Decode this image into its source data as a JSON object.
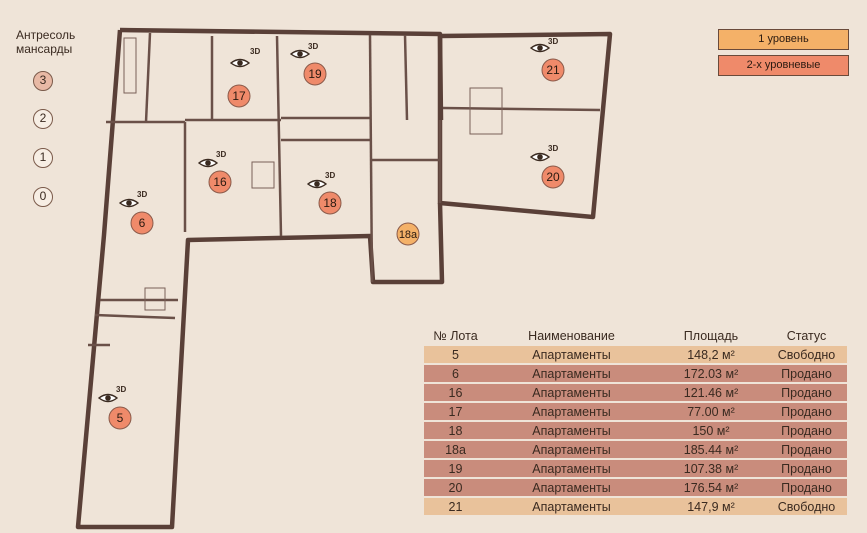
{
  "floors": {
    "title_line1": "Антресоль",
    "title_line2": "мансарды",
    "levels": [
      "3",
      "2",
      "1",
      "0"
    ],
    "active_level": "3"
  },
  "legend": {
    "one_level": {
      "label": "1 уровень",
      "color": "#f4b168"
    },
    "two_level": {
      "label": "2-х уровневые",
      "color": "#ef8a6a"
    }
  },
  "plan": {
    "marker_3d_label": "3D",
    "lots": [
      "17",
      "19",
      "21",
      "16",
      "20",
      "6",
      "18",
      "18a",
      "5"
    ]
  },
  "table": {
    "headers": [
      "№ Лота",
      "Наименование",
      "Площадь",
      "Статус"
    ],
    "rows": [
      {
        "lot": "5",
        "name": "Апартаменты",
        "area": "148,2 м²",
        "status": "Свободно",
        "state": "free"
      },
      {
        "lot": "6",
        "name": "Апартаменты",
        "area": "172.03 м²",
        "status": "Продано",
        "state": "sold"
      },
      {
        "lot": "16",
        "name": "Апартаменты",
        "area": "121.46 м²",
        "status": "Продано",
        "state": "sold"
      },
      {
        "lot": "17",
        "name": "Апартаменты",
        "area": "77.00 м²",
        "status": "Продано",
        "state": "sold"
      },
      {
        "lot": "18",
        "name": "Апартаменты",
        "area": "150 м²",
        "status": "Продано",
        "state": "sold"
      },
      {
        "lot": "18a",
        "name": "Апартаменты",
        "area": "185.44 м²",
        "status": "Продано",
        "state": "sold"
      },
      {
        "lot": "19",
        "name": "Апартаменты",
        "area": "107.38 м²",
        "status": "Продано",
        "state": "sold"
      },
      {
        "lot": "20",
        "name": "Апартаменты",
        "area": "176.54 м²",
        "status": "Продано",
        "state": "sold"
      },
      {
        "lot": "21",
        "name": "Апартаменты",
        "area": "147,9 м²",
        "status": "Свободно",
        "state": "free"
      }
    ]
  }
}
